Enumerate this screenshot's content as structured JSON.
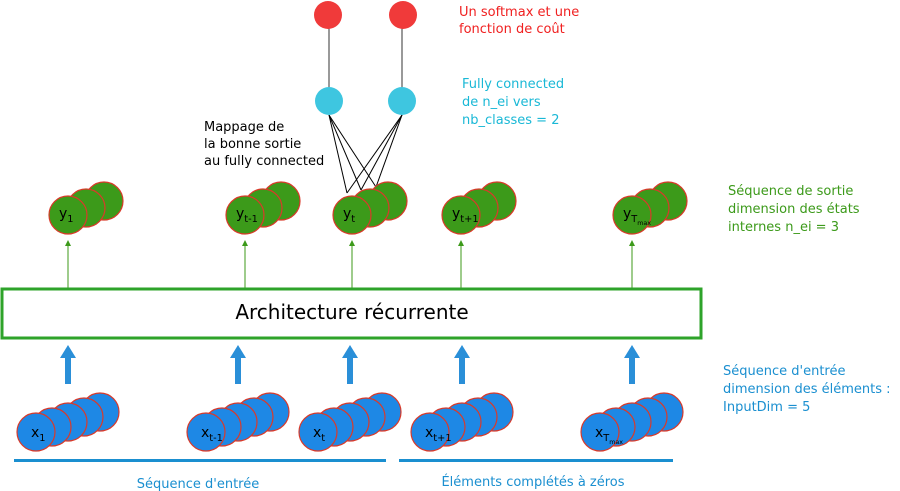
{
  "diagram": {
    "architecture_label": "Architecture récurrente",
    "softmax_note": [
      "Un softmax et une",
      "fonction de coût"
    ],
    "fc_note": [
      "Fully connected",
      "de n_ei vers",
      "nb_classes = 2"
    ],
    "mapping_note": [
      "Mappage de",
      "la bonne sortie",
      "au fully connected"
    ],
    "output_note": [
      "Séquence de sortie",
      "dimension des états",
      "internes n_ei = 3"
    ],
    "input_note": [
      "Séquence d'entrée",
      "dimension des éléments :",
      "InputDim = 5"
    ],
    "input_seq_label": "Séquence d'entrée",
    "padding_label": "Éléments complétés à zéros",
    "outputs": [
      {
        "base": "y",
        "sub": "1",
        "subsub": ""
      },
      {
        "base": "y",
        "sub": "t-1",
        "subsub": ""
      },
      {
        "base": "y",
        "sub": "t",
        "subsub": ""
      },
      {
        "base": "y",
        "sub": "t+1",
        "subsub": ""
      },
      {
        "base": "y",
        "sub": "T",
        "subsub": "max"
      }
    ],
    "inputs": [
      {
        "base": "x",
        "sub": "1",
        "subsub": ""
      },
      {
        "base": "x",
        "sub": "t-1",
        "subsub": ""
      },
      {
        "base": "x",
        "sub": "t",
        "subsub": ""
      },
      {
        "base": "x",
        "sub": "t+1",
        "subsub": ""
      },
      {
        "base": "x",
        "sub": "T",
        "subsub": "max"
      }
    ],
    "colors": {
      "green": "#3c9a1a",
      "box_green": "#2ea32a",
      "blue": "#1e88e5",
      "arrow_blue": "#2a8fd8",
      "cyan": "#3ec6e0",
      "red": "#f03a3a",
      "red_text": "#f02020",
      "cyan_text": "#19b8d6",
      "green_text": "#3c9a1a",
      "blue_text": "#1a8fd0"
    }
  }
}
